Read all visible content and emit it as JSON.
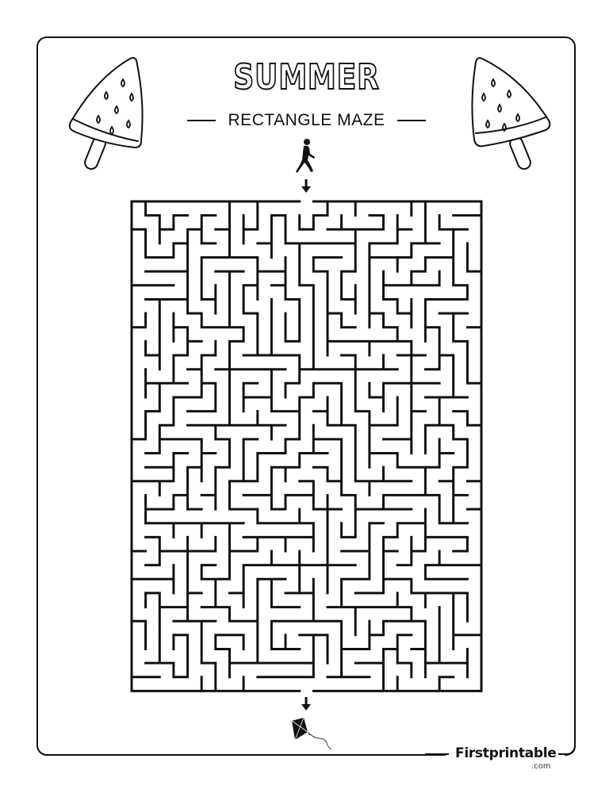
{
  "header": {
    "title": "SUMMER",
    "subtitle": "RECTANGLE MAZE"
  },
  "decorations": {
    "left": "watermelon-popsicle-icon",
    "right": "watermelon-popsicle-icon",
    "start": "walking-person-icon",
    "finish": "kite-icon"
  },
  "maze": {
    "cols": 25,
    "rows": 35,
    "cell_size": 17.64,
    "entrance_col": 12,
    "exit_col": 12,
    "wall_color": "#111111",
    "wall_width": 3
  },
  "footer": {
    "brand": "Firstprintable",
    "domain": ".com"
  },
  "colors": {
    "ink": "#111111",
    "background": "#ffffff"
  }
}
